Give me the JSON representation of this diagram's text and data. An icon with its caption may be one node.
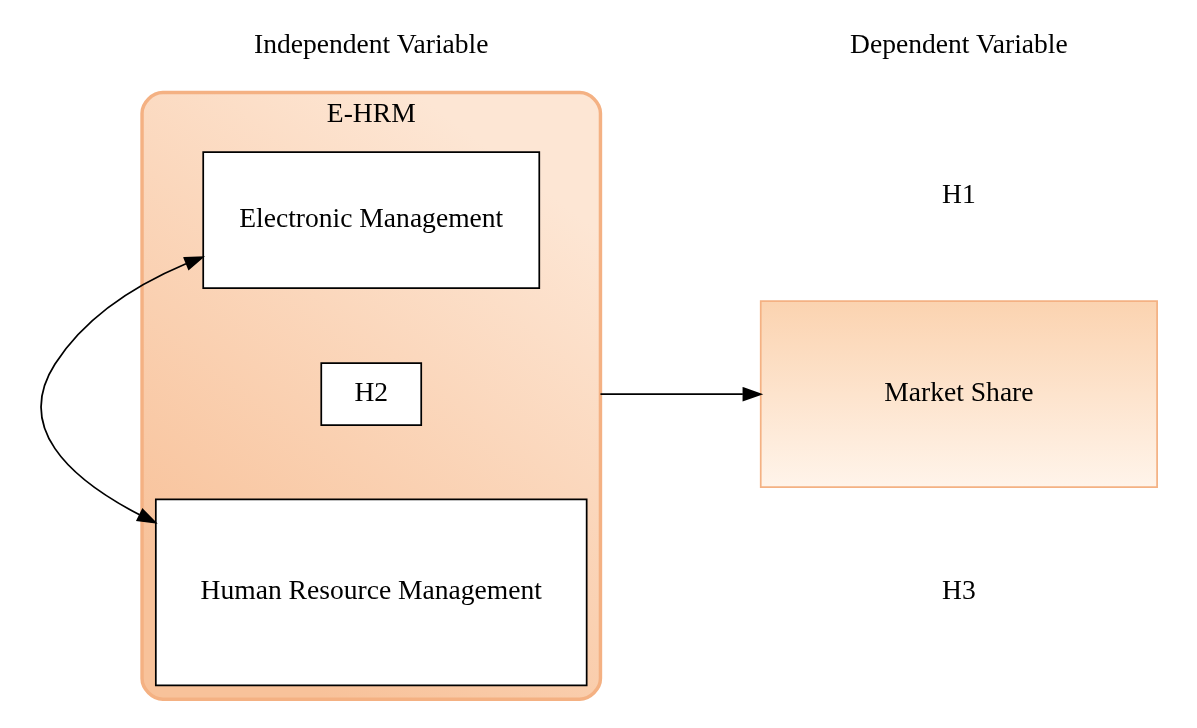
{
  "diagram": {
    "nodes": [
      {
        "text": [
          "E-HRM"
        ]
      },
      {
        "text": [
          "Electronic Management"
        ],
        "in": 0
      },
      {
        "text": [
          "H2"
        ],
        "in": 0
      },
      {
        "text": [
          "Human Resource Management"
        ],
        "in": 0
      },
      {
        "text": [
          "Market Share"
        ]
      }
    ],
    "edges": [
      {
        "from": 1,
        "to": 3,
        "arrow": "both"
      },
      {
        "from": 0,
        "to": 4,
        "arrow": "to"
      }
    ],
    "labels": [
      "Independent Variable",
      "Dependent Variable",
      "H1",
      "H3"
    ]
  }
}
